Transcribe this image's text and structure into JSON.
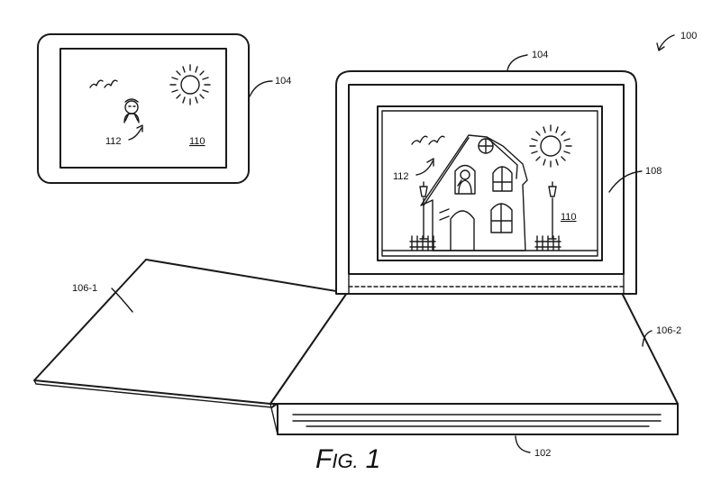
{
  "figure": {
    "caption_prefix": "F",
    "caption_rest": "IG.",
    "caption_number": "1"
  },
  "labels": {
    "device_main": "100",
    "base": "102",
    "display_top": "104",
    "display_small": "104",
    "cover_left": "106-1",
    "cover_right": "106-2",
    "screen": "108",
    "image_small": "110",
    "image_large": "110",
    "avatar_small": "112",
    "avatar_large": "112"
  }
}
